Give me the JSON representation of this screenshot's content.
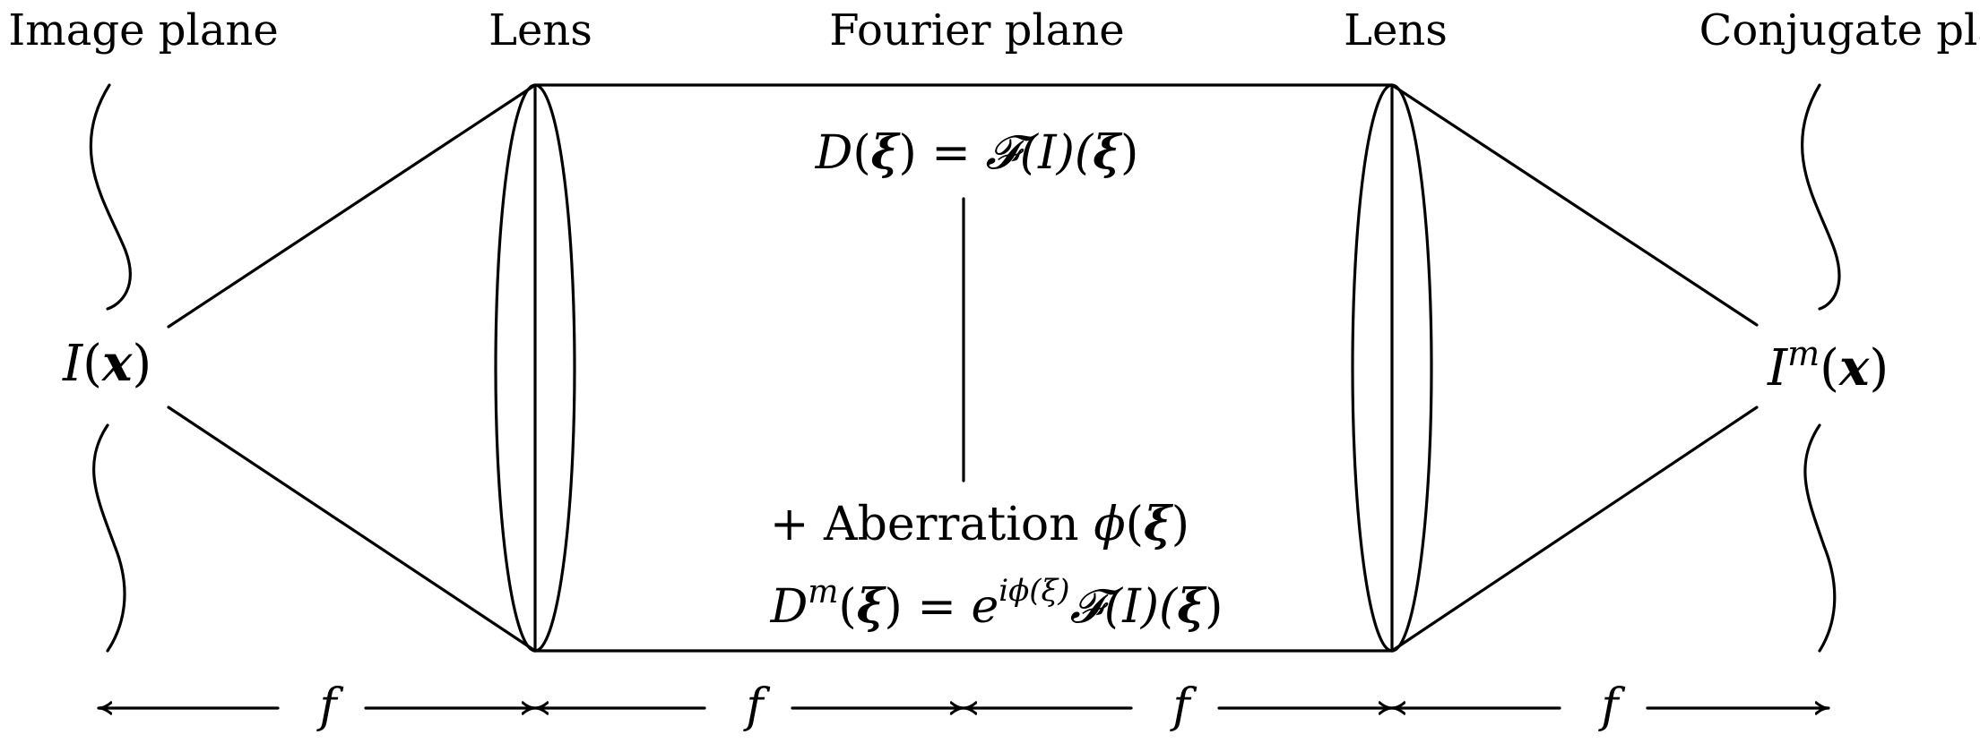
{
  "labels": {
    "image_plane": "Image plane",
    "lens_left": "Lens",
    "fourier_plane": "Fourier plane",
    "lens_right": "Lens",
    "conjugate_plane": "Conjugate plane"
  },
  "equations": {
    "input": {
      "sym": "I",
      "open": "(",
      "arg": "x",
      "close": ")"
    },
    "output": {
      "sym": "I",
      "sup": "m",
      "open": "(",
      "arg": "x",
      "close": ")"
    },
    "fourier": {
      "lhs": "D",
      "open": "(",
      "xi": "ξ",
      "close": ")",
      "eq": " = ",
      "rhs": "𝓕(I)(",
      "xi2": "ξ",
      "end": ")"
    },
    "aberration": {
      "prefix": "+ Aberration ",
      "phi": "ϕ",
      "open": "(",
      "xi": "ξ",
      "close": ")"
    },
    "modulated": {
      "lhs": "D",
      "sup": "m",
      "open": "(",
      "xi": "ξ",
      "close": ")",
      "eq": " = ",
      "base": "e",
      "exp": "iϕ(ξ)",
      "rhs": "𝓕(I)(",
      "xi2": "ξ",
      "end": ")"
    }
  },
  "distances": [
    "f",
    "f",
    "f",
    "f"
  ]
}
